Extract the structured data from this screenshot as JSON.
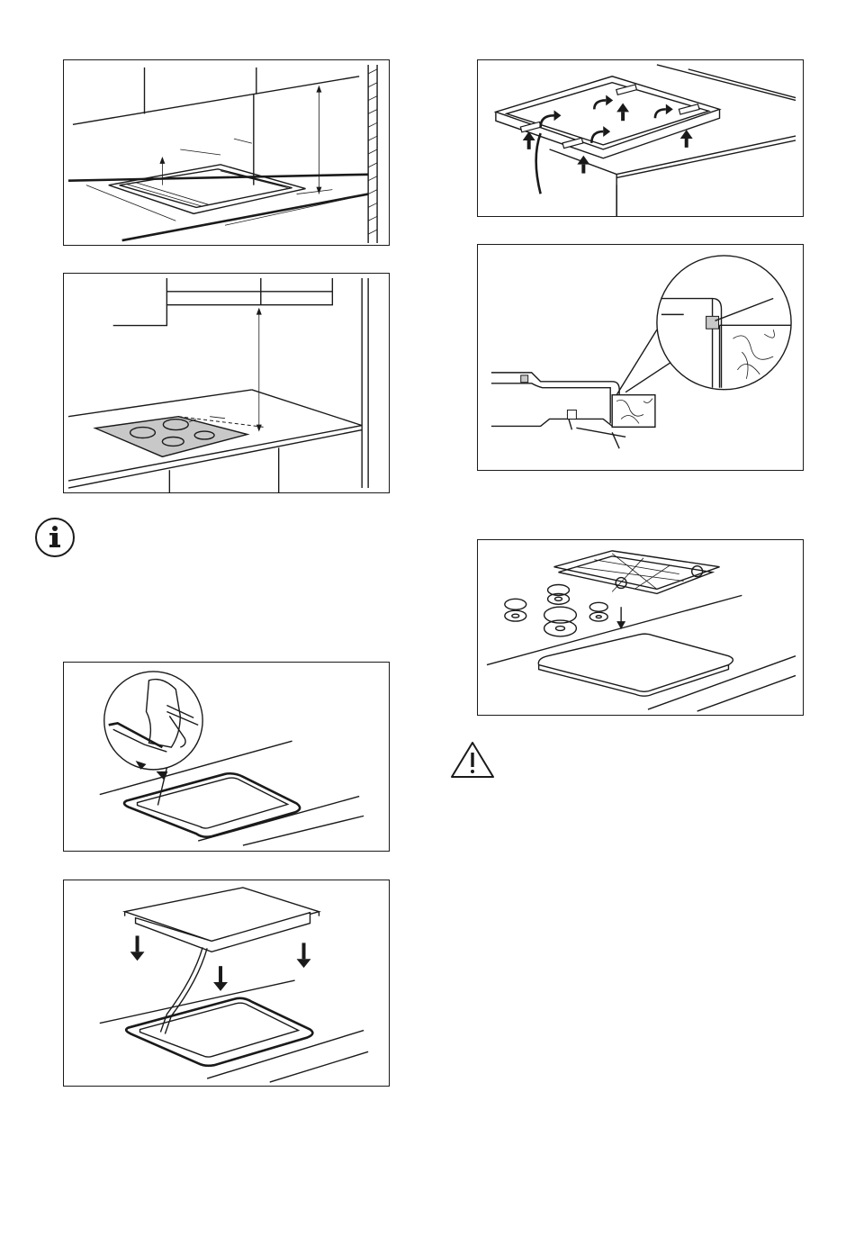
{
  "figures": [
    {
      "id": "fig-cutout-dimensions"
    },
    {
      "id": "fig-hob-clearance"
    },
    {
      "id": "fig-seal-application"
    },
    {
      "id": "fig-hob-lowering"
    },
    {
      "id": "fig-bracket-fixing"
    },
    {
      "id": "fig-seal-detail"
    },
    {
      "id": "fig-gas-hob-assembly"
    }
  ],
  "icons": {
    "info": "info-icon",
    "warning": "warning-icon"
  },
  "colors": {
    "line": "#1a1a1a",
    "hob_fill": "#c8c8c8",
    "background": "#ffffff"
  }
}
